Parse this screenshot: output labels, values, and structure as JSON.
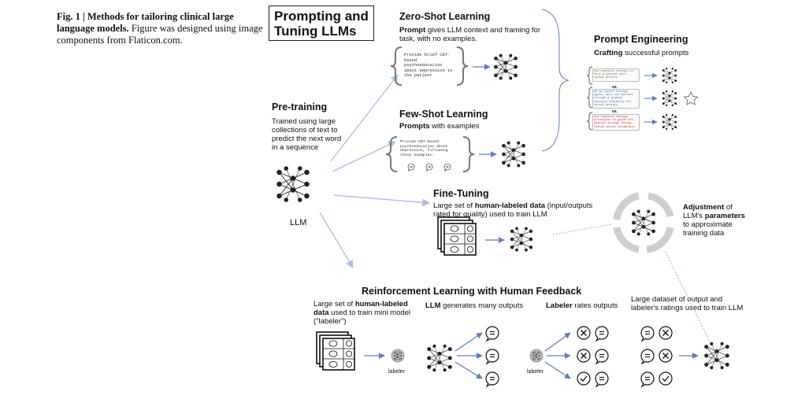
{
  "caption": {
    "fig_label": "Fig. 1 | Methods for tailoring clinical large language models.",
    "fig_text": "Figure was designed using image components from Flaticon.com."
  },
  "title": "Prompting and Tuning LLMs",
  "pretraining": {
    "heading": "Pre-training",
    "desc": "Trained using large collections of text to predict the next word in a sequence",
    "llm_label": "LLM"
  },
  "zero_shot": {
    "heading": "Zero-Shot Learning",
    "desc_bold": "Prompt",
    "desc_rest": " gives LLM context and framing for task, with no examples.",
    "example": "Provide brief CBT-based psychoeducation about depression to the patient"
  },
  "few_shot": {
    "heading": "Few-Shot Learning",
    "desc_bold": "Prompts",
    "desc_rest": " with examples",
    "example": "Provide CBT-based psychoeducation about depression, following these examples:"
  },
  "prompt_engineering": {
    "heading": "Prompt Engineering",
    "desc_bold": "Crafting",
    "desc_rest": " successful prompts",
    "vs1": "vs.",
    "vs2": "vs.",
    "p1": "Use exposure therapy to help a patient with social anxiety.",
    "p2": "As an expert therapy agent, walk the patient through a gradual exposure hierarchy for social anxiety.",
    "p3": "Use exposure therapy principles to guide the patient through facing feared social situations."
  },
  "fine_tuning": {
    "heading": "Fine-Tuning",
    "desc_pre": "Large set of ",
    "desc_bold": "human-labeled data",
    "desc_rest": " (input/outputs rated for quality) used to train LLM"
  },
  "adjustment": {
    "bold1": "Adjustment",
    "text1": " of LLM's ",
    "bold2": "parameters",
    "text2": " to approximate training data"
  },
  "rlhf": {
    "heading": "Reinforcement Learning with Human Feedback",
    "col1_pre": "Large set of ",
    "col1_bold": "human-labeled data",
    "col1_rest": " used to train mini model (\"labeler\")",
    "col2_bold": "LLM",
    "col2_rest": " generates many outputs",
    "col3_bold": "Labeler",
    "col3_rest": " rates outputs",
    "col4": "Large dataset of output and labeler's ratings used to train LLM",
    "labeler1": "labeler",
    "labeler2": "labeler"
  },
  "colors": {
    "arrow": "#5b7fc7",
    "lightarrow": "#a8c0e8",
    "star": "#777"
  }
}
